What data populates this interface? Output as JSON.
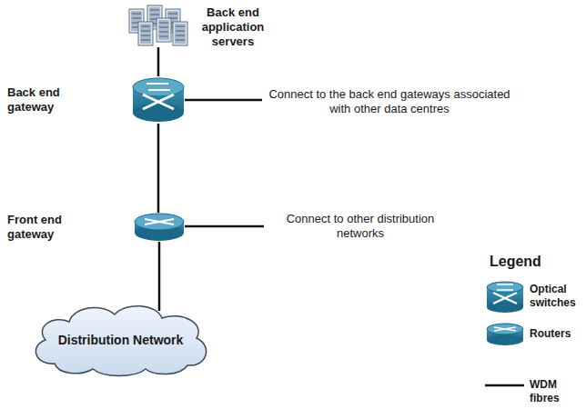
{
  "diagram": {
    "nodes": [
      {
        "text": [
          "Back end application servers"
        ]
      },
      {
        "text": [
          "Back end gateway"
        ]
      },
      {
        "text": [
          "Front end gateway"
        ]
      },
      {
        "text": [
          "Distribution Network"
        ]
      }
    ],
    "edges": [
      {
        "from": 0,
        "to": 1,
        "arrow": "none"
      },
      {
        "from": 1,
        "to": 2,
        "arrow": "none"
      },
      {
        "from": 2,
        "to": 3,
        "arrow": "none"
      }
    ],
    "labels": [
      "Connect to the back end gateways associated with other data centres",
      "Connect to other distribution networks",
      "Legend"
    ],
    "legend": [
      {
        "text": "Optical switches"
      },
      {
        "text": "Routers"
      },
      {
        "text": "WDM fibres"
      }
    ]
  }
}
